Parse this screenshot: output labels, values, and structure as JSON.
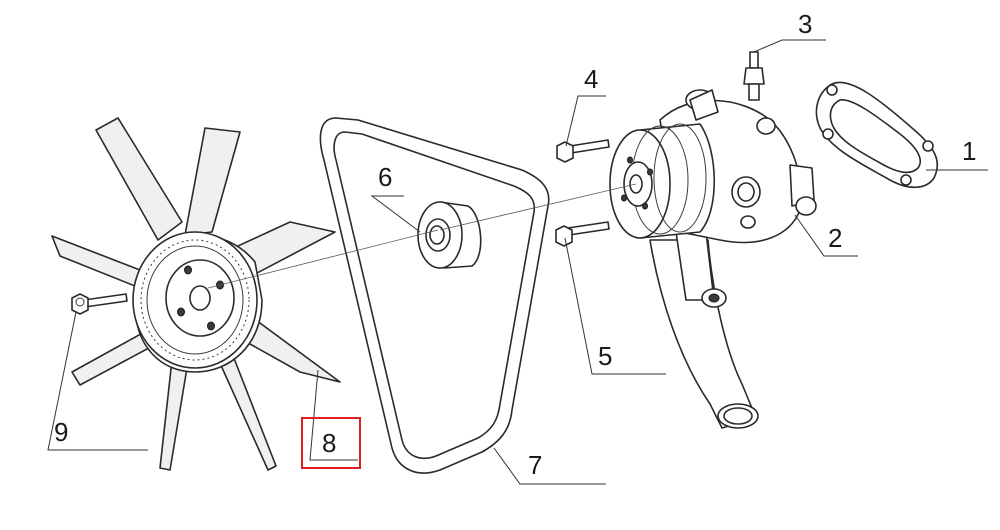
{
  "diagram": {
    "highlight_color": "#e02020",
    "callouts": [
      {
        "id": "1",
        "label": "1"
      },
      {
        "id": "2",
        "label": "2"
      },
      {
        "id": "3",
        "label": "3"
      },
      {
        "id": "4",
        "label": "4"
      },
      {
        "id": "5",
        "label": "5"
      },
      {
        "id": "6",
        "label": "6"
      },
      {
        "id": "7",
        "label": "7"
      },
      {
        "id": "8",
        "label": "8",
        "highlighted": true
      },
      {
        "id": "9",
        "label": "9"
      }
    ]
  }
}
